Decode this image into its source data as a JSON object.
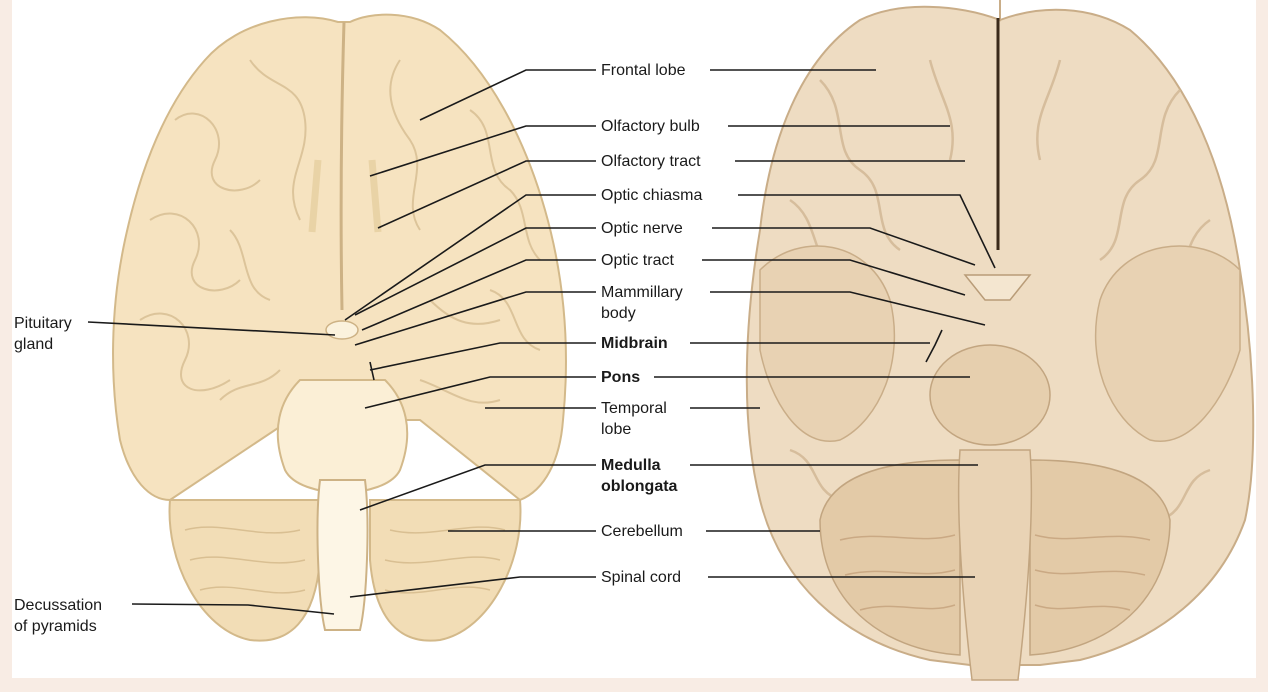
{
  "figure": {
    "colors": {
      "background": "#f8ece4",
      "illustration_fill": "#f6e3c0",
      "illustration_outline": "#d3b98a",
      "photo_fill": "#eedcc2",
      "photo_shadow": "#d6bd9c",
      "leader_line": "#1a1a1a"
    },
    "left_labels": {
      "pituitary_1": "Pituitary",
      "pituitary_2": "gland",
      "decussation_1": "Decussation",
      "decussation_2": "of pyramids"
    },
    "center_labels": {
      "frontal_lobe": "Frontal lobe",
      "olfactory_bulb": "Olfactory bulb",
      "olfactory_tract": "Olfactory tract",
      "optic_chiasma": "Optic chiasma",
      "optic_nerve": "Optic nerve",
      "optic_tract": "Optic tract",
      "mammillary_1": "Mammillary",
      "mammillary_2": "body",
      "midbrain": "Midbrain",
      "pons": "Pons",
      "temporal_1": "Temporal",
      "temporal_2": "lobe",
      "medulla_1": "Medulla",
      "medulla_2": "oblongata",
      "cerebellum": "Cerebellum",
      "spinal_cord": "Spinal cord"
    }
  }
}
